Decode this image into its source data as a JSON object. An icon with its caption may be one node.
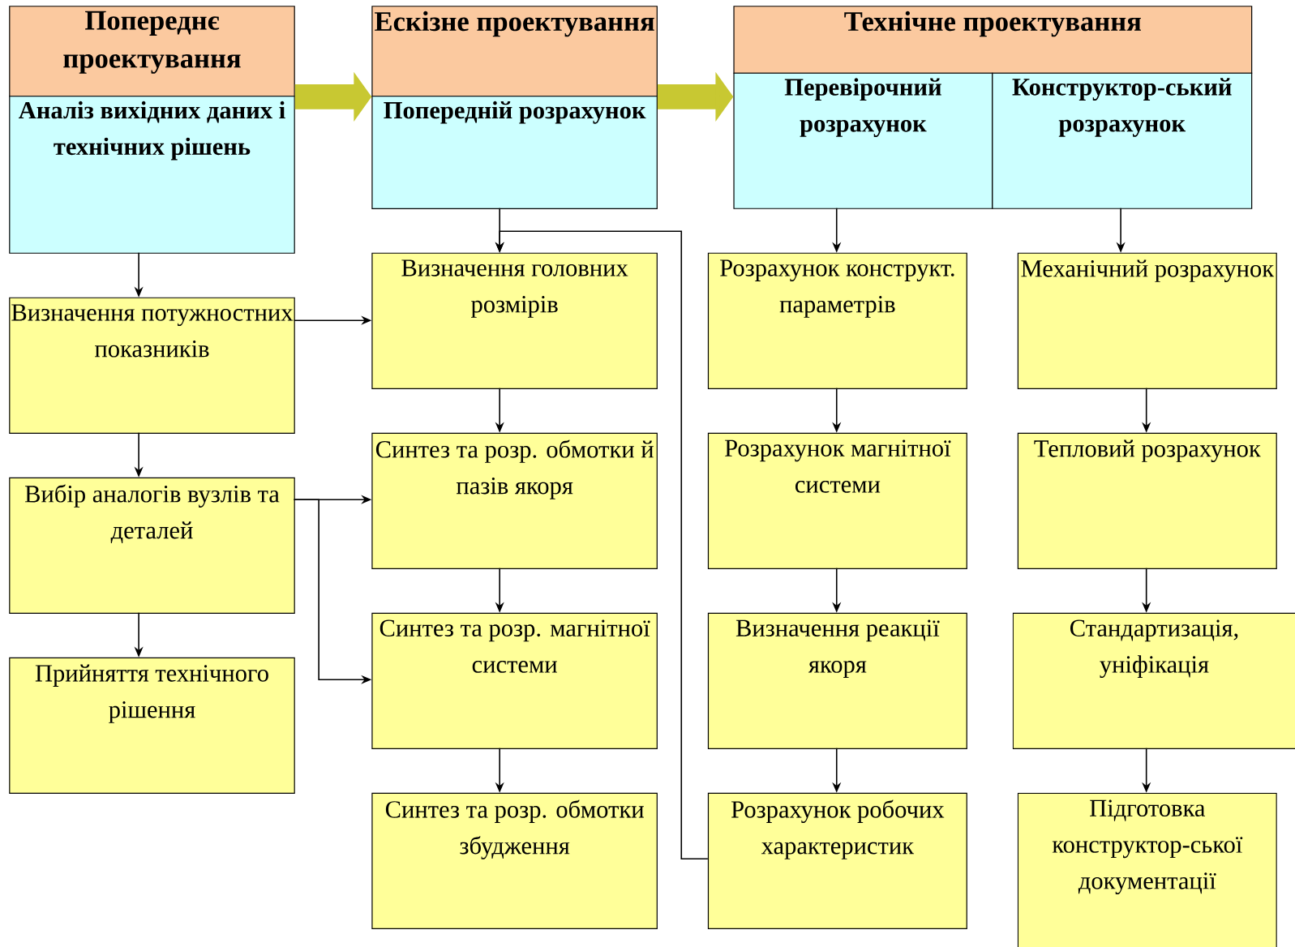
{
  "diagram": {
    "nodes": [
      {
        "text": [
          "Попереднє проектування"
        ]
      },
      {
        "text": [
          "Аналіз вихідних даних і технічних рішень"
        ]
      },
      {
        "text": [
          "Ескізне проектування"
        ]
      },
      {
        "text": [
          "Попередній розрахунок"
        ]
      },
      {
        "text": [
          "Технічне проектування"
        ]
      },
      {
        "text": [
          "Перевірочний розрахунок"
        ]
      },
      {
        "text": [
          "Конструктор-ський розрахунок"
        ]
      },
      {
        "text": [
          "Визначення потужностних показників"
        ]
      },
      {
        "text": [
          "Вибір аналогів вузлів та деталей"
        ]
      },
      {
        "text": [
          "Прийняття технічного рішення"
        ]
      },
      {
        "text": [
          "Визначення головних розмірів"
        ]
      },
      {
        "text": [
          "Синтез та розр. обмотки й пазів якоря"
        ]
      },
      {
        "text": [
          "Синтез та розр. магнітної системи"
        ]
      },
      {
        "text": [
          "Синтез та розр. обмотки збудження"
        ]
      },
      {
        "text": [
          "Розрахунок конструкт. параметрів"
        ]
      },
      {
        "text": [
          "Розрахунок магнітної системи"
        ]
      },
      {
        "text": [
          "Визначення реакції якоря"
        ]
      },
      {
        "text": [
          "Розрахунок робочих характеристик"
        ]
      },
      {
        "text": [
          "Механічний розрахунок"
        ]
      },
      {
        "text": [
          "Тепловий розрахунок"
        ]
      },
      {
        "text": [
          "Стандартизація, уніфікація"
        ]
      },
      {
        "text": [
          "Підготовка конструктор-ської документації"
        ]
      }
    ],
    "edges": [
      {
        "from": 0,
        "to": 2,
        "arrow": "to",
        "style": "thick",
        "color": "#c8c832"
      },
      {
        "from": 2,
        "to": 4,
        "arrow": "to",
        "style": "thick",
        "color": "#c8c832"
      },
      {
        "from": 1,
        "to": 7,
        "arrow": "to"
      },
      {
        "from": 7,
        "to": 8,
        "arrow": "to"
      },
      {
        "from": 8,
        "to": 9,
        "arrow": "to"
      },
      {
        "from": 7,
        "to": 10,
        "arrow": "to"
      },
      {
        "from": 8,
        "to": 11,
        "arrow": "to"
      },
      {
        "from": 8,
        "to": 12,
        "arrow": "to"
      },
      {
        "from": 3,
        "to": 10,
        "arrow": "to"
      },
      {
        "from": 10,
        "to": 11,
        "arrow": "to"
      },
      {
        "from": 11,
        "to": 12,
        "arrow": "to"
      },
      {
        "from": 12,
        "to": 13,
        "arrow": "to"
      },
      {
        "from": 17,
        "to": 10,
        "arrow": "to"
      },
      {
        "from": 5,
        "to": 14,
        "arrow": "to"
      },
      {
        "from": 14,
        "to": 15,
        "arrow": "to"
      },
      {
        "from": 15,
        "to": 16,
        "arrow": "to"
      },
      {
        "from": 16,
        "to": 17,
        "arrow": "to"
      },
      {
        "from": 6,
        "to": 18,
        "arrow": "to"
      },
      {
        "from": 18,
        "to": 19,
        "arrow": "to"
      },
      {
        "from": 19,
        "to": 20,
        "arrow": "to"
      },
      {
        "from": 20,
        "to": 21,
        "arrow": "to"
      }
    ]
  }
}
